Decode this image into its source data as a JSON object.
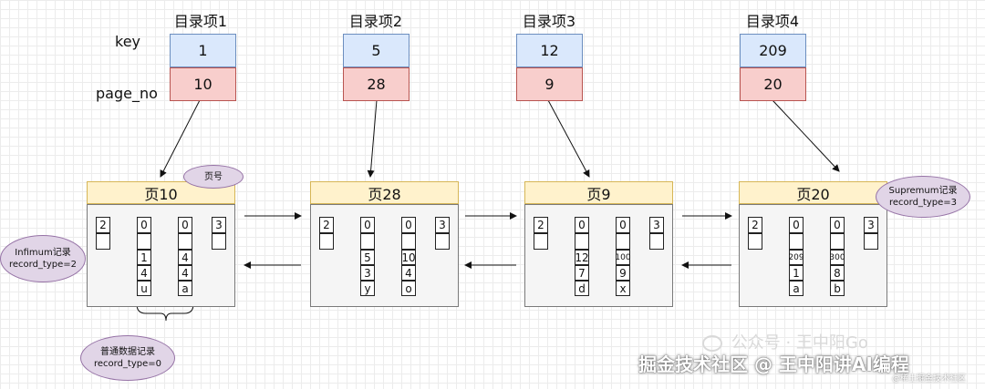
{
  "row_labels": {
    "key": "key",
    "page_no": "page_no"
  },
  "entries": [
    {
      "title": "目录项1",
      "key": "1",
      "page_no": "10"
    },
    {
      "title": "目录项2",
      "key": "5",
      "page_no": "28"
    },
    {
      "title": "目录项3",
      "key": "12",
      "page_no": "9"
    },
    {
      "title": "目录项4",
      "key": "209",
      "page_no": "20"
    }
  ],
  "pages": [
    {
      "title": "页10",
      "cells": {
        "a": "2",
        "b": "0",
        "c": "0",
        "d": "3",
        "b1": "1",
        "b2": "4",
        "b3": "u",
        "c1": "4",
        "c2": "4",
        "c3": "a"
      }
    },
    {
      "title": "页28",
      "cells": {
        "a": "2",
        "b": "0",
        "c": "0",
        "d": "3",
        "b1": "5",
        "b2": "3",
        "b3": "y",
        "c1": "10",
        "c2": "4",
        "c3": "o"
      }
    },
    {
      "title": "页9",
      "cells": {
        "a": "2",
        "b": "0",
        "c": "0",
        "d": "3",
        "b1": "12",
        "b2": "7",
        "b3": "d",
        "c1": "100",
        "c2": "9",
        "c3": "x"
      }
    },
    {
      "title": "页20",
      "cells": {
        "a": "2",
        "b": "0",
        "c": "0",
        "d": "3",
        "b1": "209",
        "b2": "1",
        "b3": "a",
        "c1": "300",
        "c2": "8",
        "c3": "b"
      }
    }
  ],
  "callouts": {
    "page_number": "页号",
    "infimum": [
      "Infimum记录",
      "record_type=2"
    ],
    "supremum": [
      "Supremum记录",
      "record_type=3"
    ],
    "ordinary": [
      "普通数据记录",
      "record_type=0"
    ]
  },
  "watermark": {
    "line1": "公众号 · 王中阳Go",
    "line2": "掘金技术社区 @ 王中阳讲AI编程",
    "line3": "@稀土掘金技术社区"
  }
}
